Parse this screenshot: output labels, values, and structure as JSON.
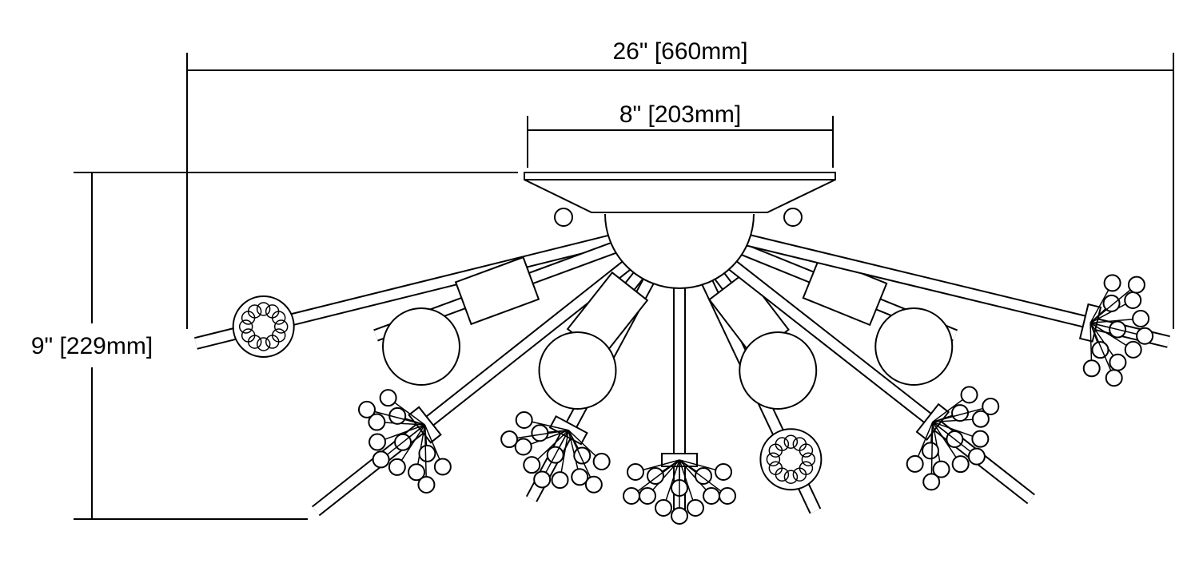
{
  "dimensions": {
    "overall_width": "26\" [660mm]",
    "canopy_width": "8\" [203mm]",
    "overall_height": "9\" [229mm]"
  },
  "colors": {
    "line": "#000000",
    "background": "#ffffff"
  }
}
